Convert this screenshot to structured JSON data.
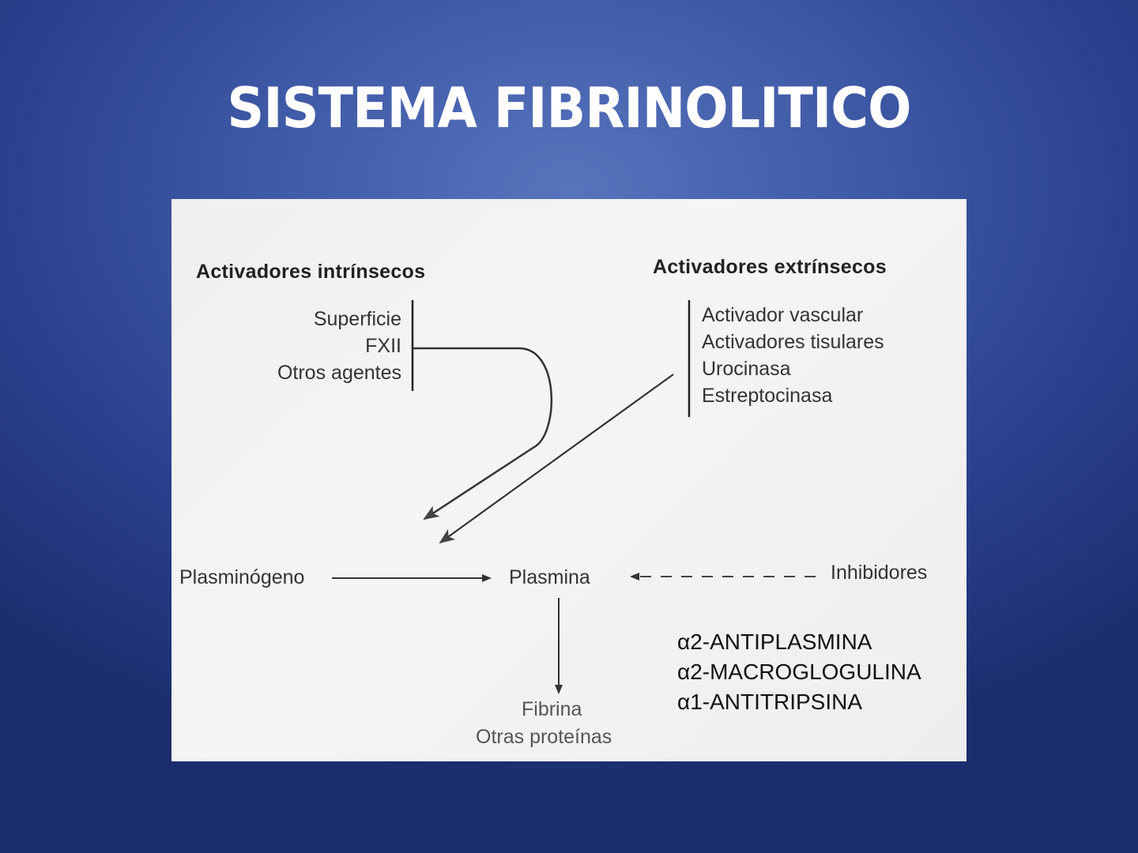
{
  "slide": {
    "title": "SISTEMA FIBRINOLITICO"
  },
  "diagram": {
    "intrinsic": {
      "heading": "Activadores intrínsecos",
      "items": [
        "Superficie",
        "FXII",
        "Otros agentes"
      ]
    },
    "extrinsic": {
      "heading": "Activadores extrínsecos",
      "items": [
        "Activador vascular",
        "Activadores tisulares",
        "Urocinasa",
        "Estreptocinasa"
      ]
    },
    "nodes": {
      "plasminogen": "Plasminógeno",
      "plasmin": "Plasmina",
      "inhibitors": "Inhibidores",
      "fibrin": "Fibrina",
      "other_proteins": "Otras proteínas"
    },
    "inhibitor_list": [
      "α2-ANTIPLASMINA",
      "α2-MACROGLOGULINA",
      "α1-ANTITRIPSINA"
    ],
    "colors": {
      "background": "#3f5aa6",
      "panel": "#f1f1ef",
      "title": "#ffffff"
    }
  }
}
